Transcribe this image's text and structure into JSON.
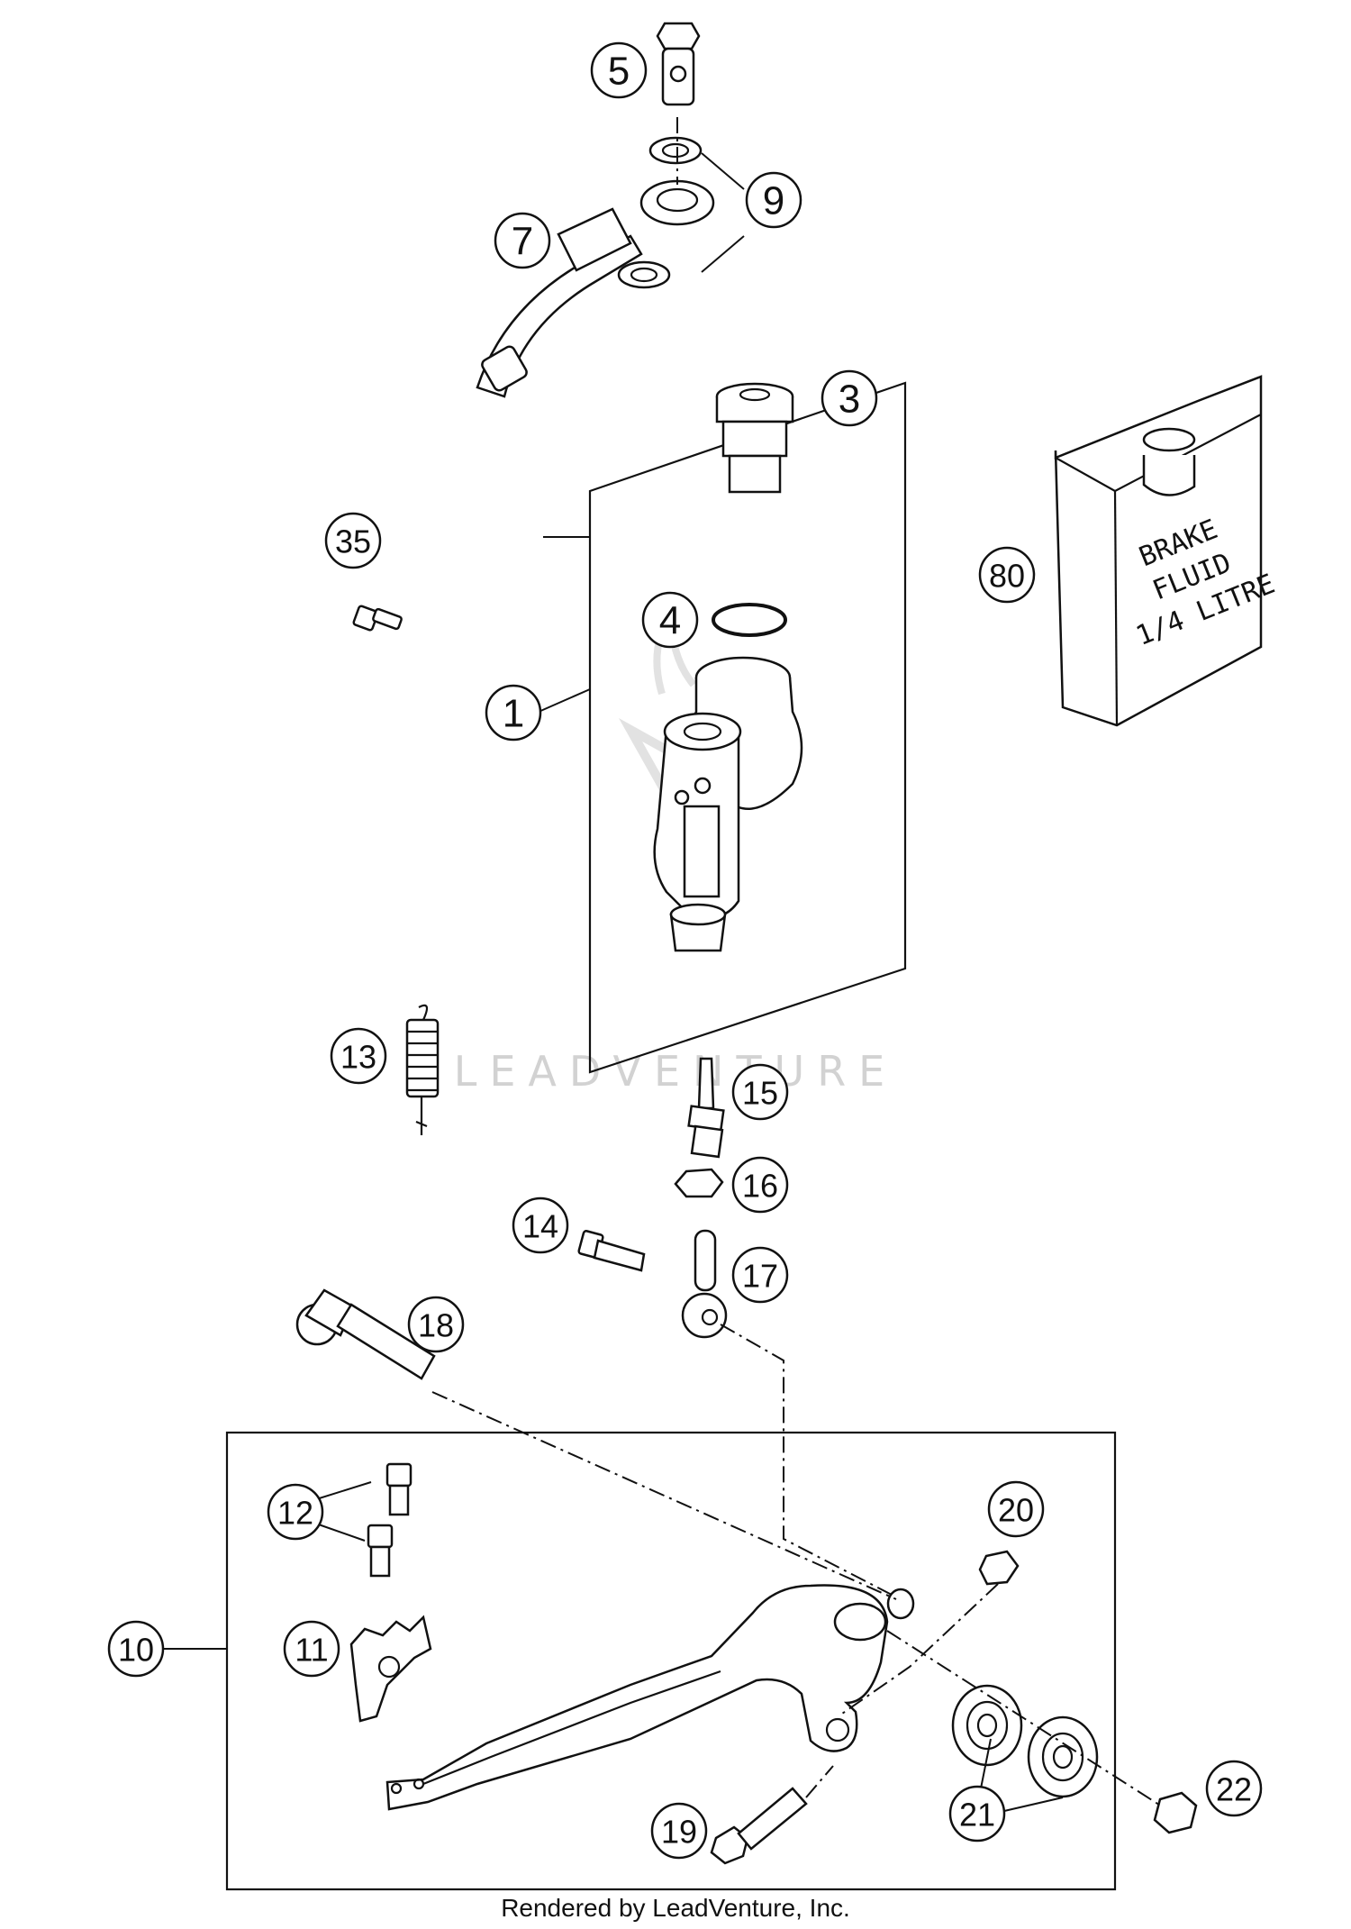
{
  "callouts": [
    "5",
    "9",
    "7",
    "3",
    "4",
    "35",
    "1",
    "80",
    "13",
    "15",
    "16",
    "14",
    "17",
    "18",
    "12",
    "20",
    "10",
    "11",
    "22",
    "21",
    "19"
  ],
  "jug_label": [
    "BRAKE",
    "FLUID",
    "1/4 LITRE"
  ],
  "watermark": "LEADVENTURE",
  "footer": "Rendered by LeadVenture, Inc."
}
